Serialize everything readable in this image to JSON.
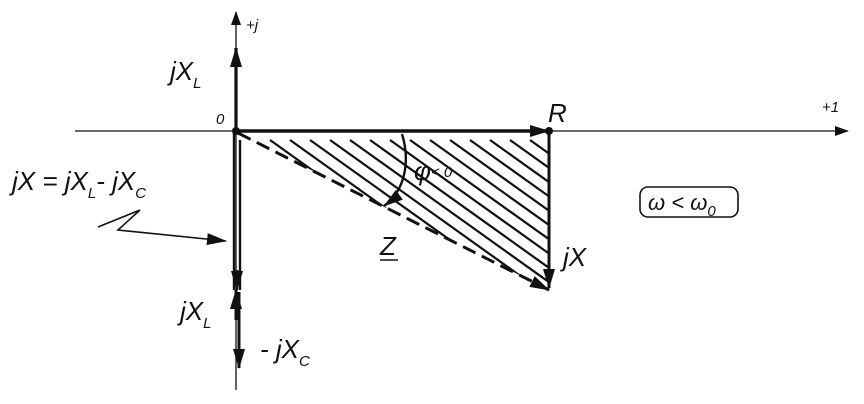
{
  "axes": {
    "imag_label": "+j",
    "real_label": "+1",
    "origin_label": "0"
  },
  "labels": {
    "jXL_top": {
      "main": "jX",
      "sub": "L"
    },
    "R": "R",
    "phi": {
      "main": "φ",
      "rest": "< 0"
    },
    "Z": "Z",
    "jX_right": "jX",
    "jX_sum": {
      "p1": "jX = jX",
      "s1": "L",
      "p2": "- jX",
      "s2": "C"
    },
    "jXL_bottom": {
      "main": "jX",
      "sub": "L"
    },
    "minus_jXC": {
      "main": "- jX",
      "sub": "C"
    },
    "condition": {
      "w": "ω",
      "lt": " < ",
      "w0": "ω",
      "sub0": "0"
    }
  },
  "colors": {
    "stroke": "#111111",
    "background": "#ffffff"
  }
}
